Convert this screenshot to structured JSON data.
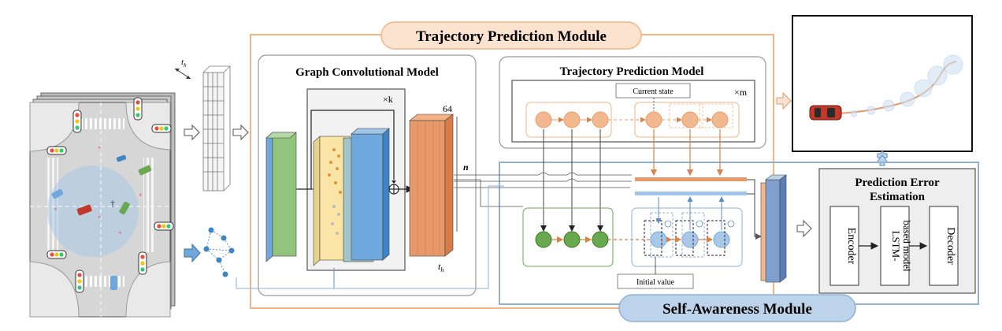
{
  "modules": {
    "trajectory": {
      "title": "Trajectory Prediction Module",
      "color": "#f4b483",
      "label_bg": "#fbe3cf"
    },
    "self_awareness": {
      "title": "Self-Awareness Module",
      "color": "#8fb1d6",
      "label_bg": "#bcd3ea"
    }
  },
  "gcm": {
    "title": "Graph Convolutional Model",
    "repeat": "×k",
    "depth_label": "64",
    "n_label": "n",
    "th_label": "t",
    "th_sub": "h"
  },
  "tpm": {
    "title": "Trajectory Prediction Model",
    "current_state": "Current state",
    "repeat": "×m"
  },
  "sam": {
    "initial_value": "Initial value"
  },
  "pee": {
    "title_line1": "Prediction Error",
    "title_line2": "Estimation",
    "encoder": "Encoder",
    "lstm_line1": "LSTM-",
    "lstm_line2": "based model",
    "decoder": "Decoder"
  },
  "scene": {
    "th_label": "t",
    "th_sub": "h"
  },
  "colors": {
    "orange_node": "#f2b98f",
    "green_node": "#6aa84f",
    "blue_node": "#a9c8e8",
    "green_layer": "#93c47d",
    "yellow_layer": "#fbe5a6",
    "blue_layer": "#6fa8dc",
    "orange_layer": "#e69a6c",
    "car_red": "#c0392b"
  }
}
